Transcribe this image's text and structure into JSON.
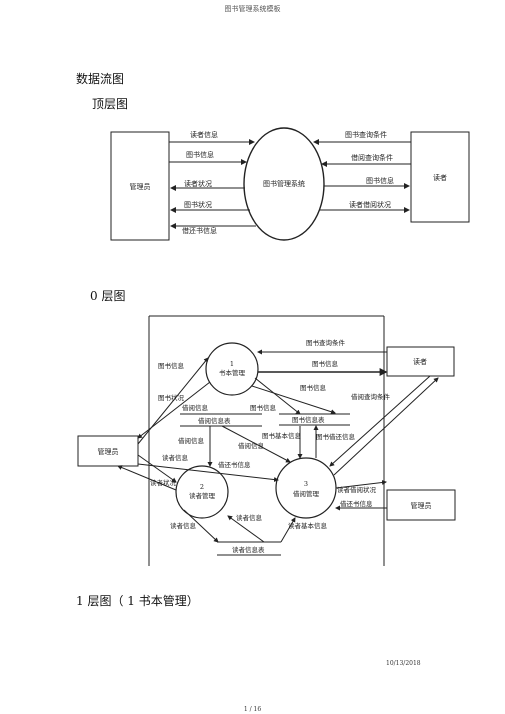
{
  "header": {
    "title": "图书管理系统模板"
  },
  "sections": {
    "dfd_title": "数据流图",
    "top_level": "顶层图",
    "level0": "0 层图",
    "level1": "1 层图（ 1 书本管理）"
  },
  "top_diagram": {
    "admin": "管理员",
    "reader": "读者",
    "system": "图书管理系统",
    "flows": {
      "reader_info": "读者信息",
      "book_info_left": "图书信息",
      "reader_status": "读者状况",
      "book_status": "图书状况",
      "borrow_return": "借还书信息",
      "book_query": "图书查询条件",
      "borrow_query": "借阅查询条件",
      "book_info_right": "图书信息",
      "reader_borrow_status": "读者借阅状况"
    }
  },
  "level0_diagram": {
    "p1_num": "1",
    "p1_name": "书本管理",
    "p2_num": "2",
    "p2_name": "读者管理",
    "p3_num": "3",
    "p3_name": "借阅管理",
    "admin": "管理员",
    "reader": "读者",
    "admin2": "管理员",
    "store_borrow": "借阅信息表",
    "store_book": "图书信息表",
    "store_reader": "读者信息表",
    "flows": {
      "book_query": "图书查询条件",
      "book_info_a": "图书信息",
      "book_info_b": "图书信息",
      "book_info_c": "图书信息",
      "book_info_d": "图书信息",
      "book_status": "图书状况",
      "borrow_info_a": "借阅信息",
      "borrow_info_b": "借阅信息",
      "borrow_info_c": "借阅信息",
      "borrow_query": "借阅查询条件",
      "book_basic": "图书基本信息",
      "book_borrow": "图书借还信息",
      "reader_info_a": "读者信息",
      "reader_info_b": "读者信息",
      "reader_info_c": "读者信息",
      "reader_status": "读者状况",
      "borrow_return_a": "借还书信息",
      "borrow_return_b": "借还书信息",
      "reader_borrow_status": "读者借阅状况",
      "reader_basic": "读者基本信息"
    }
  },
  "footer": {
    "date": "10/13/2018",
    "page": "1 / 16"
  }
}
